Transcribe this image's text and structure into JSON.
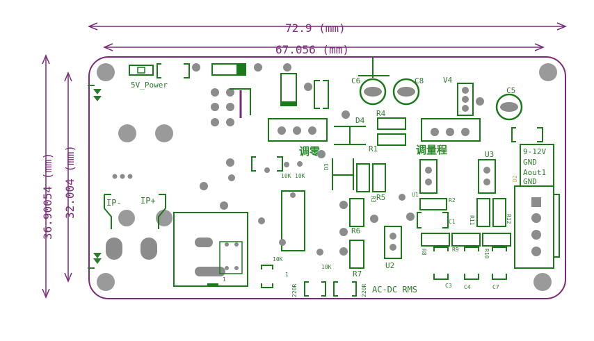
{
  "dimensions": {
    "outer_width": "72.9 (mm)",
    "inner_width": "67.056 (mm)",
    "outer_height": "36.90054 (mm)",
    "inner_height": "32.004 (mm)"
  },
  "labels": {
    "power_led": "5V_Power",
    "ip_minus": "IP-",
    "ip_plus": "IP+",
    "zero_adjust": "调零",
    "range_adjust": "调量程",
    "ac_dc": "AC-DC RMS",
    "supply": "9-12V",
    "gnd1": "GND",
    "aout": "Aout1",
    "gnd2": "GND",
    "d2": "D2"
  },
  "refdes": {
    "c6": "C6",
    "c8": "C8",
    "v4": "V4",
    "c5": "C5",
    "r4": "R4",
    "d4": "D4",
    "r1": "R1",
    "d3": "D3",
    "u3": "U3",
    "r3": "R3",
    "r5": "R5",
    "u1": "U1",
    "r2": "R2",
    "c1": "C1",
    "r11": "R11",
    "r12": "R12",
    "r6": "R6",
    "r8": "R8",
    "r9": "R9",
    "r10": "R10",
    "u2": "U2",
    "r7": "R7",
    "c3": "C3",
    "c4": "C4",
    "c7": "C7",
    "j1": "1",
    "k10a": "10K",
    "k10b": "10K",
    "k10c": "10K",
    "k10d": "10K",
    "r220a": "220R",
    "r220b": "220R",
    "one": "1"
  }
}
